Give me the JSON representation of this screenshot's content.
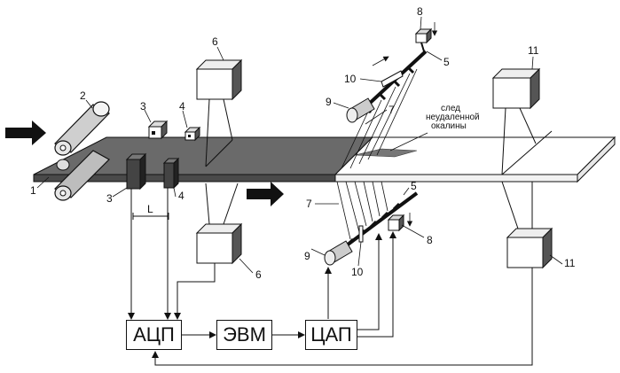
{
  "blocks": {
    "adc": "АЦП",
    "computer": "ЭВМ",
    "dac": "ЦАП"
  },
  "labels": {
    "n1": "1",
    "n2": "2",
    "n3a": "3",
    "n3b": "3",
    "n4a": "4",
    "n4b": "4",
    "n5a": "5",
    "n5b": "5",
    "n6a": "6",
    "n6b": "6",
    "n7a": "7",
    "n7b": "7",
    "n8a": "8",
    "n8b": "8",
    "n9a": "9",
    "n9b": "9",
    "n10a": "10",
    "n10b": "10",
    "n11a": "11",
    "n11b": "11",
    "distance": "L",
    "scale_line1": "след",
    "scale_line2": "неудаленной",
    "scale_line3": "окалины"
  },
  "colors": {
    "strip_dark": "#5f5f5f",
    "strip_dark_top": "#7a7a7a",
    "strip_clean": "#ffffff",
    "line": "#111111",
    "arrow": "#111111"
  }
}
